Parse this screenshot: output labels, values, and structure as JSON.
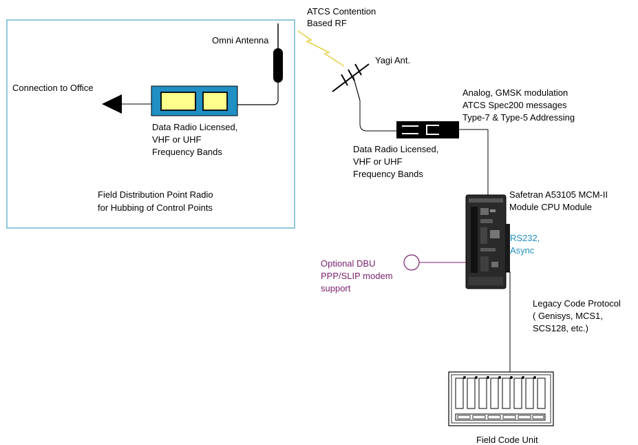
{
  "labels": {
    "atcs_line1": "ATCS Contention",
    "atcs_line2": "Based RF",
    "omni_antenna": "Omni Antenna",
    "yagi": "Yagi  Ant.",
    "connection_office": "Connection to Office",
    "radio1_line1": "Data Radio Licensed,",
    "radio1_line2": "VHF or UHF",
    "radio1_line3": "Frequency Bands",
    "fdp_line1": "Field Distribution Point Radio",
    "fdp_line2": "for Hubbing of Control Points",
    "modulation_line1": "Analog, GMSK modulation",
    "modulation_line2": "ATCS Spec200 messages",
    "modulation_line3": "Type-7 & Type-5 Addressing",
    "radio2_line1": "Data Radio Licensed,",
    "radio2_line2": "VHF or UHF",
    "radio2_line3": "Frequency Bands",
    "safetran_line1": "Safetran A53105 MCM-II",
    "safetran_line2": "Module CPU Module",
    "rs232_line1": "RS232,",
    "rs232_line2": "Async",
    "dbu_line1": "Optional DBU",
    "dbu_line2": "PPP/SLIP modem",
    "dbu_line3": "support",
    "legacy_line1": "Legacy Code Protocol",
    "legacy_line2": "( Genisys, MCS1,",
    "legacy_line3": "SCS128, etc.)",
    "field_code_unit": "Field Code Unit"
  },
  "colors": {
    "box_border": "#4aa3c8",
    "radio_body": "#1f8fc4",
    "radio_screen": "#ffff8c",
    "rs232_text": "#1e90c0",
    "dbu_text": "#7a1f6e",
    "lightning": "#e6d24a"
  }
}
